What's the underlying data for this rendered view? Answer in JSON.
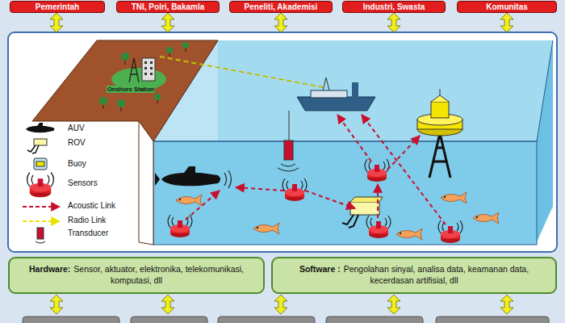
{
  "diagram": {
    "nodes": [
      {
        "text": [
          "Pemerintah"
        ]
      },
      {
        "text": [
          "TNI, Polri, Bakamla"
        ]
      },
      {
        "text": [
          "Peneliti, Akademisi"
        ]
      },
      {
        "text": [
          "Industri, Swasta"
        ]
      },
      {
        "text": [
          "Komunitas"
        ]
      },
      {
        "text": [
          "Hardware:",
          "Sensor, aktuator, elektronika, telekomunikasi, komputasi, dll"
        ]
      },
      {
        "text": [
          "Software :",
          "Pengolahan sinyal, analisa data, keamanan data, kecerdasan artifisial, dll"
        ]
      }
    ],
    "labels": [
      "Onshore Station"
    ],
    "legend": [
      {
        "text": "AUV"
      },
      {
        "text": "ROV"
      },
      {
        "text": "Buoy"
      },
      {
        "text": "Sensors"
      },
      {
        "text": "Acoustic Link"
      },
      {
        "text": "Radio Link"
      },
      {
        "text": "Transducer"
      }
    ]
  }
}
